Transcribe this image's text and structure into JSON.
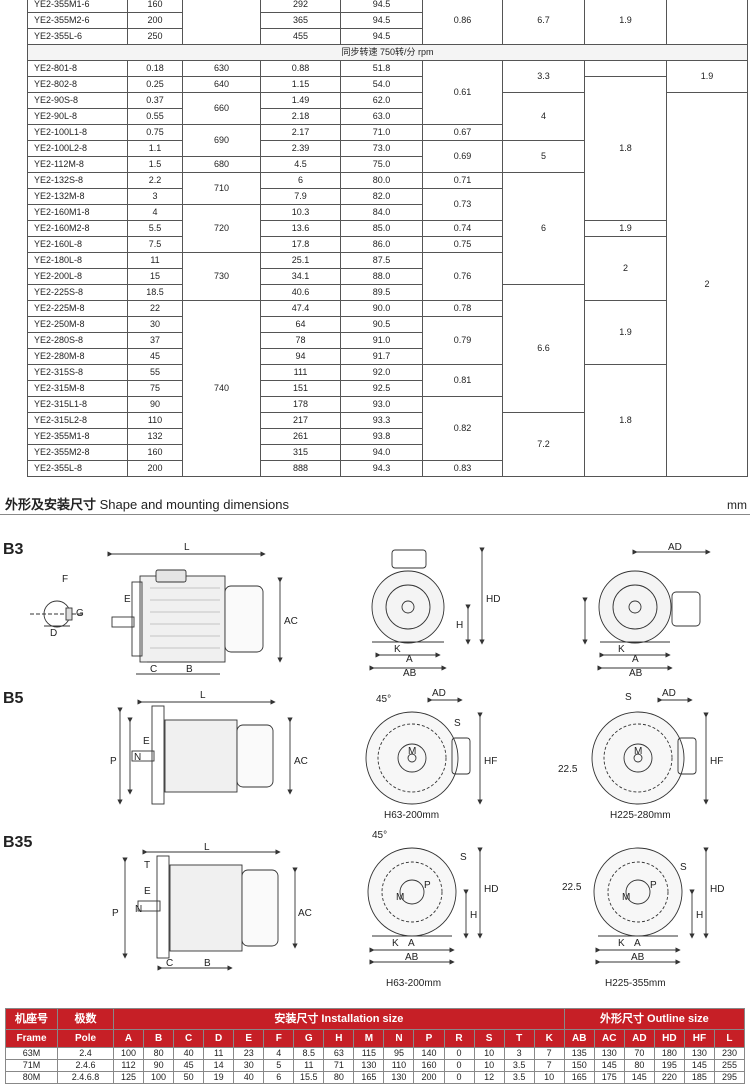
{
  "perf_table": {
    "top_rows": [
      {
        "model": "YE2-355M1-6",
        "kw": "160",
        "col4": "292",
        "eff": "94.5"
      },
      {
        "model": "YE2-355M2-6",
        "kw": "200",
        "col4": "365",
        "eff": "94.5"
      },
      {
        "model": "YE2-355L-6",
        "kw": "250",
        "col4": "455",
        "eff": "94.5"
      }
    ],
    "top_merged": {
      "pf": "0.86",
      "col7": "6.7",
      "col8": "1.9"
    },
    "section_label": "同步转速 750转/分 rpm",
    "rows": [
      {
        "model": "YE2-801-8",
        "kw": "0.18",
        "col4": "0.88",
        "eff": "51.8"
      },
      {
        "model": "YE2-802-8",
        "kw": "0.25",
        "col4": "1.15",
        "eff": "54.0"
      },
      {
        "model": "YE2-90S-8",
        "kw": "0.37",
        "col4": "1.49",
        "eff": "62.0"
      },
      {
        "model": "YE2-90L-8",
        "kw": "0.55",
        "col4": "2.18",
        "eff": "63.0"
      },
      {
        "model": "YE2-100L1-8",
        "kw": "0.75",
        "col4": "2.17",
        "eff": "71.0"
      },
      {
        "model": "YE2-100L2-8",
        "kw": "1.1",
        "col4": "2.39",
        "eff": "73.0"
      },
      {
        "model": "YE2-112M-8",
        "kw": "1.5",
        "col4": "4.5",
        "eff": "75.0"
      },
      {
        "model": "YE2-132S-8",
        "kw": "2.2",
        "col4": "6",
        "eff": "80.0"
      },
      {
        "model": "YE2-132M-8",
        "kw": "3",
        "col4": "7.9",
        "eff": "82.0"
      },
      {
        "model": "YE2-160M1-8",
        "kw": "4",
        "col4": "10.3",
        "eff": "84.0"
      },
      {
        "model": "YE2-160M2-8",
        "kw": "5.5",
        "col4": "13.6",
        "eff": "85.0"
      },
      {
        "model": "YE2-160L-8",
        "kw": "7.5",
        "col4": "17.8",
        "eff": "86.0"
      },
      {
        "model": "YE2-180L-8",
        "kw": "11",
        "col4": "25.1",
        "eff": "87.5"
      },
      {
        "model": "YE2-200L-8",
        "kw": "15",
        "col4": "34.1",
        "eff": "88.0"
      },
      {
        "model": "YE2-225S-8",
        "kw": "18.5",
        "col4": "40.6",
        "eff": "89.5"
      },
      {
        "model": "YE2-225M-8",
        "kw": "22",
        "col4": "47.4",
        "eff": "90.0"
      },
      {
        "model": "YE2-250M-8",
        "kw": "30",
        "col4": "64",
        "eff": "90.5"
      },
      {
        "model": "YE2-280S-8",
        "kw": "37",
        "col4": "78",
        "eff": "91.0"
      },
      {
        "model": "YE2-280M-8",
        "kw": "45",
        "col4": "94",
        "eff": "91.7"
      },
      {
        "model": "YE2-315S-8",
        "kw": "55",
        "col4": "111",
        "eff": "92.0"
      },
      {
        "model": "YE2-315M-8",
        "kw": "75",
        "col4": "151",
        "eff": "92.5"
      },
      {
        "model": "YE2-315L1-8",
        "kw": "90",
        "col4": "178",
        "eff": "93.0"
      },
      {
        "model": "YE2-315L2-8",
        "kw": "110",
        "col4": "217",
        "eff": "93.3"
      },
      {
        "model": "YE2-355M1-8",
        "kw": "132",
        "col4": "261",
        "eff": "93.8"
      },
      {
        "model": "YE2-355M2-8",
        "kw": "160",
        "col4": "315",
        "eff": "94.0"
      },
      {
        "model": "YE2-355L-8",
        "kw": "200",
        "col4": "888",
        "eff": "94.3"
      }
    ],
    "speed": [
      "630",
      "640",
      "660",
      "690",
      "680",
      "710",
      "720",
      "730",
      "740"
    ],
    "pf": [
      "0.61",
      "0.67",
      "0.69",
      "0.71",
      "0.73",
      "0.74",
      "0.75",
      "0.76",
      "0.78",
      "0.79",
      "0.81",
      "0.82",
      "0.83"
    ],
    "ist": [
      "3.3",
      "4",
      "5",
      "6",
      "6.6",
      "7.2"
    ],
    "tst": [
      "1.8",
      "1.9",
      "2",
      "1.9",
      "1.8"
    ],
    "tmax": [
      "1.9",
      "2"
    ]
  },
  "section": {
    "heading_cn": "外形及安装尺寸",
    "heading_en": "Shape and mounting dimensions",
    "unit": "mm"
  },
  "mounts": {
    "b3": "B3",
    "b5": "B5",
    "b35": "B35"
  },
  "captions": {
    "b5_left": "H63-200mm",
    "b5_right": "H225-280mm",
    "b35_left": "H63-200mm",
    "b35_right": "H225-355mm"
  },
  "dim_labels": {
    "L": "L",
    "F": "F",
    "G": "G",
    "D": "D",
    "E": "E",
    "C": "C",
    "B": "B",
    "AC": "AC",
    "HD": "HD",
    "H": "H",
    "K": "K",
    "A": "A",
    "AB": "AB",
    "AD": "AD",
    "P": "P",
    "N": "N",
    "S": "S",
    "M": "M",
    "HF": "HF",
    "T": "T",
    "angle45": "45°",
    "angle22": "22.5"
  },
  "dims_table": {
    "h_frame_cn": "机座号",
    "h_pole_cn": "极数",
    "h_install": "安装尺寸 Installation size",
    "h_outline": "外形尺寸 Outline size",
    "h_frame": "Frame",
    "h_pole": "Pole",
    "cols": [
      "A",
      "B",
      "C",
      "D",
      "E",
      "F",
      "G",
      "H",
      "M",
      "N",
      "P",
      "R",
      "S",
      "T",
      "K",
      "AB",
      "AC",
      "AD",
      "HD",
      "HF",
      "L"
    ],
    "rows": [
      [
        "63M",
        "2.4",
        "100",
        "80",
        "40",
        "11",
        "23",
        "4",
        "8.5",
        "63",
        "115",
        "95",
        "140",
        "0",
        "10",
        "3",
        "7",
        "135",
        "130",
        "70",
        "180",
        "130",
        "230"
      ],
      [
        "71M",
        "2.4.6",
        "112",
        "90",
        "45",
        "14",
        "30",
        "5",
        "11",
        "71",
        "130",
        "110",
        "160",
        "0",
        "10",
        "3.5",
        "7",
        "150",
        "145",
        "80",
        "195",
        "145",
        "255"
      ],
      [
        "80M",
        "2.4.6.8",
        "125",
        "100",
        "50",
        "19",
        "40",
        "6",
        "15.5",
        "80",
        "165",
        "130",
        "200",
        "0",
        "12",
        "3.5",
        "10",
        "165",
        "175",
        "145",
        "220",
        "185",
        "295"
      ]
    ]
  }
}
